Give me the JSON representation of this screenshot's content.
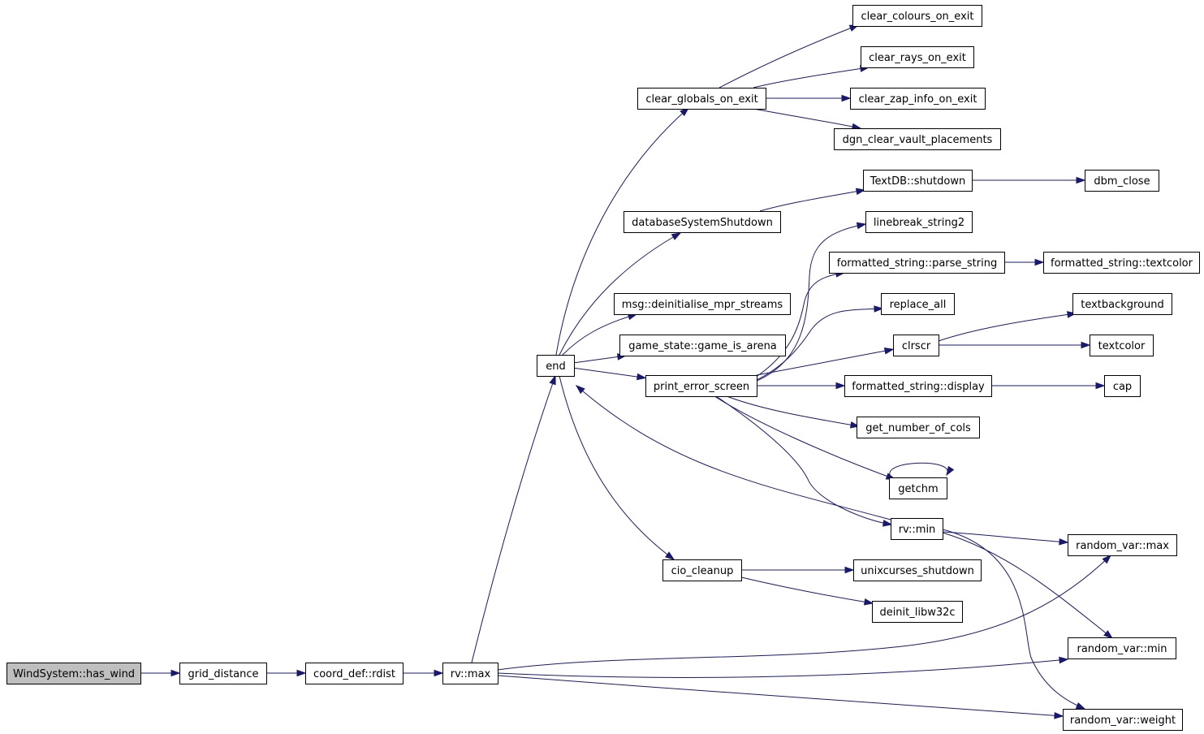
{
  "graph": {
    "nodes": [
      {
        "id": "has_wind",
        "label": "WindSystem::has_wind",
        "root": true
      },
      {
        "id": "grid_distance",
        "label": "grid_distance"
      },
      {
        "id": "rdist",
        "label": "coord_def::rdist"
      },
      {
        "id": "rvmax",
        "label": "rv::max"
      },
      {
        "id": "end",
        "label": "end"
      },
      {
        "id": "clear_globals",
        "label": "clear_globals_on_exit"
      },
      {
        "id": "clear_colours",
        "label": "clear_colours_on_exit"
      },
      {
        "id": "clear_rays",
        "label": "clear_rays_on_exit"
      },
      {
        "id": "clear_zap",
        "label": "clear_zap_info_on_exit"
      },
      {
        "id": "dgn_clear",
        "label": "dgn_clear_vault_placements"
      },
      {
        "id": "db_shutdown",
        "label": "databaseSystemShutdown"
      },
      {
        "id": "textdb",
        "label": "TextDB::shutdown"
      },
      {
        "id": "dbm_close",
        "label": "dbm_close"
      },
      {
        "id": "msg_deinit",
        "label": "msg::deinitialise_mpr_streams"
      },
      {
        "id": "game_arena",
        "label": "game_state::game_is_arena"
      },
      {
        "id": "print_err",
        "label": "print_error_screen"
      },
      {
        "id": "linebreak",
        "label": "linebreak_string2"
      },
      {
        "id": "parse_string",
        "label": "formatted_string::parse_string"
      },
      {
        "id": "fs_textcolor",
        "label": "formatted_string::textcolor"
      },
      {
        "id": "replace_all",
        "label": "replace_all"
      },
      {
        "id": "clrscr",
        "label": "clrscr"
      },
      {
        "id": "textbackground",
        "label": "textbackground"
      },
      {
        "id": "textcolor",
        "label": "textcolor"
      },
      {
        "id": "fs_display",
        "label": "formatted_string::display"
      },
      {
        "id": "cap",
        "label": "cap"
      },
      {
        "id": "get_cols",
        "label": "get_number_of_cols"
      },
      {
        "id": "getchm",
        "label": "getchm"
      },
      {
        "id": "rvmin",
        "label": "rv::min"
      },
      {
        "id": "cio_cleanup",
        "label": "cio_cleanup"
      },
      {
        "id": "unixcurses",
        "label": "unixcurses_shutdown"
      },
      {
        "id": "deinit_libw",
        "label": "deinit_libw32c"
      },
      {
        "id": "rand_max",
        "label": "random_var::max"
      },
      {
        "id": "rand_min",
        "label": "random_var::min"
      },
      {
        "id": "rand_weight",
        "label": "random_var::weight"
      }
    ],
    "edges": [
      {
        "from": "has_wind",
        "to": "grid_distance"
      },
      {
        "from": "grid_distance",
        "to": "rdist"
      },
      {
        "from": "rdist",
        "to": "rvmax"
      },
      {
        "from": "rvmax",
        "to": "end"
      },
      {
        "from": "rvmax",
        "to": "rand_max"
      },
      {
        "from": "rvmax",
        "to": "rand_min"
      },
      {
        "from": "rvmax",
        "to": "rand_weight"
      },
      {
        "from": "end",
        "to": "clear_globals"
      },
      {
        "from": "end",
        "to": "db_shutdown"
      },
      {
        "from": "end",
        "to": "msg_deinit"
      },
      {
        "from": "end",
        "to": "game_arena"
      },
      {
        "from": "end",
        "to": "print_err"
      },
      {
        "from": "end",
        "to": "cio_cleanup"
      },
      {
        "from": "clear_globals",
        "to": "clear_colours"
      },
      {
        "from": "clear_globals",
        "to": "clear_rays"
      },
      {
        "from": "clear_globals",
        "to": "clear_zap"
      },
      {
        "from": "clear_globals",
        "to": "dgn_clear"
      },
      {
        "from": "db_shutdown",
        "to": "textdb"
      },
      {
        "from": "textdb",
        "to": "dbm_close"
      },
      {
        "from": "print_err",
        "to": "linebreak"
      },
      {
        "from": "print_err",
        "to": "parse_string"
      },
      {
        "from": "print_err",
        "to": "replace_all"
      },
      {
        "from": "print_err",
        "to": "clrscr"
      },
      {
        "from": "print_err",
        "to": "fs_display"
      },
      {
        "from": "print_err",
        "to": "get_cols"
      },
      {
        "from": "print_err",
        "to": "getchm"
      },
      {
        "from": "print_err",
        "to": "rvmin"
      },
      {
        "from": "parse_string",
        "to": "fs_textcolor"
      },
      {
        "from": "clrscr",
        "to": "textbackground"
      },
      {
        "from": "clrscr",
        "to": "textcolor"
      },
      {
        "from": "fs_display",
        "to": "cap"
      },
      {
        "from": "getchm",
        "to": "getchm"
      },
      {
        "from": "rvmin",
        "to": "end"
      },
      {
        "from": "rvmin",
        "to": "rand_max"
      },
      {
        "from": "rvmin",
        "to": "rand_min"
      },
      {
        "from": "rvmin",
        "to": "rand_weight"
      },
      {
        "from": "cio_cleanup",
        "to": "unixcurses"
      },
      {
        "from": "cio_cleanup",
        "to": "deinit_libw"
      }
    ]
  }
}
